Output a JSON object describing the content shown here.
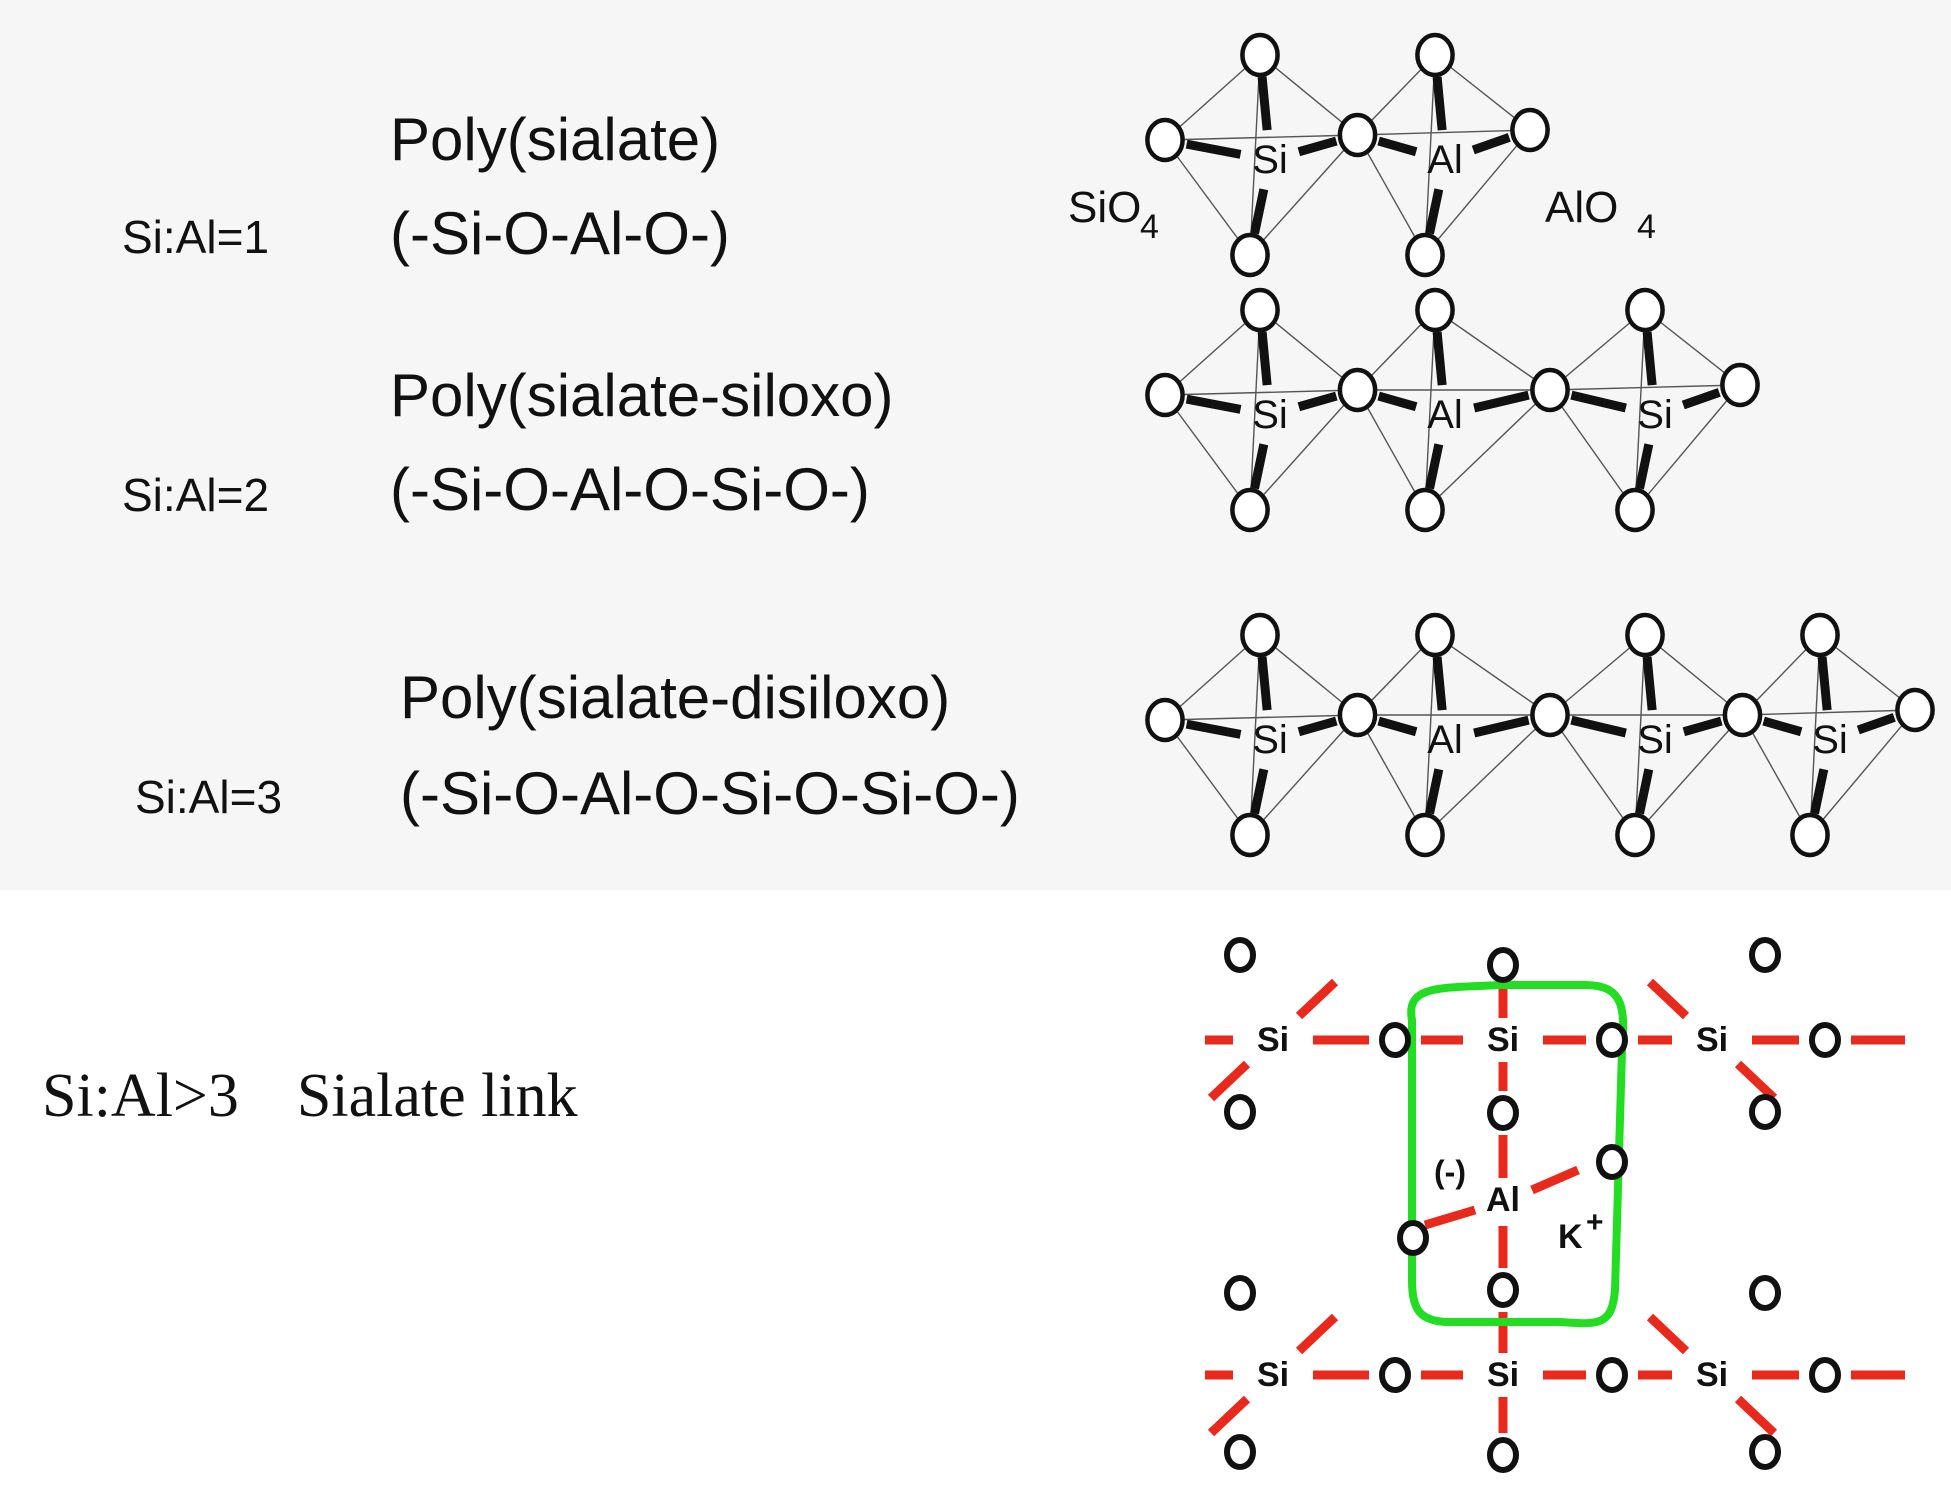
{
  "rows": [
    {
      "ratio": "Si:Al=1",
      "name": "Poly(sialate)",
      "formula": "(-Si-O-Al-O-)"
    },
    {
      "ratio": "Si:Al=2",
      "name": "Poly(sialate-siloxo)",
      "formula": "(-Si-O-Al-O-Si-O-)"
    },
    {
      "ratio": "Si:Al=3",
      "name": "Poly(sialate-disiloxo)",
      "formula": "(-Si-O-Al-O-Si-O-Si-O-)"
    }
  ],
  "link": {
    "ratio": "Si:Al>3",
    "name": "Sialate link"
  },
  "tetra_labels": {
    "si": "SiO",
    "al": "AlO",
    "subscript": "4"
  },
  "atoms": {
    "si": "Si",
    "al": "Al",
    "o": "O"
  },
  "network": {
    "charge": "(-)",
    "cation": "K",
    "cation_charge": "+"
  },
  "colors": {
    "bond": "#e8291c",
    "cage": "#22dd22",
    "ion": "#1a3fe0",
    "text": "#111111",
    "panel": "#f6f6f6"
  }
}
